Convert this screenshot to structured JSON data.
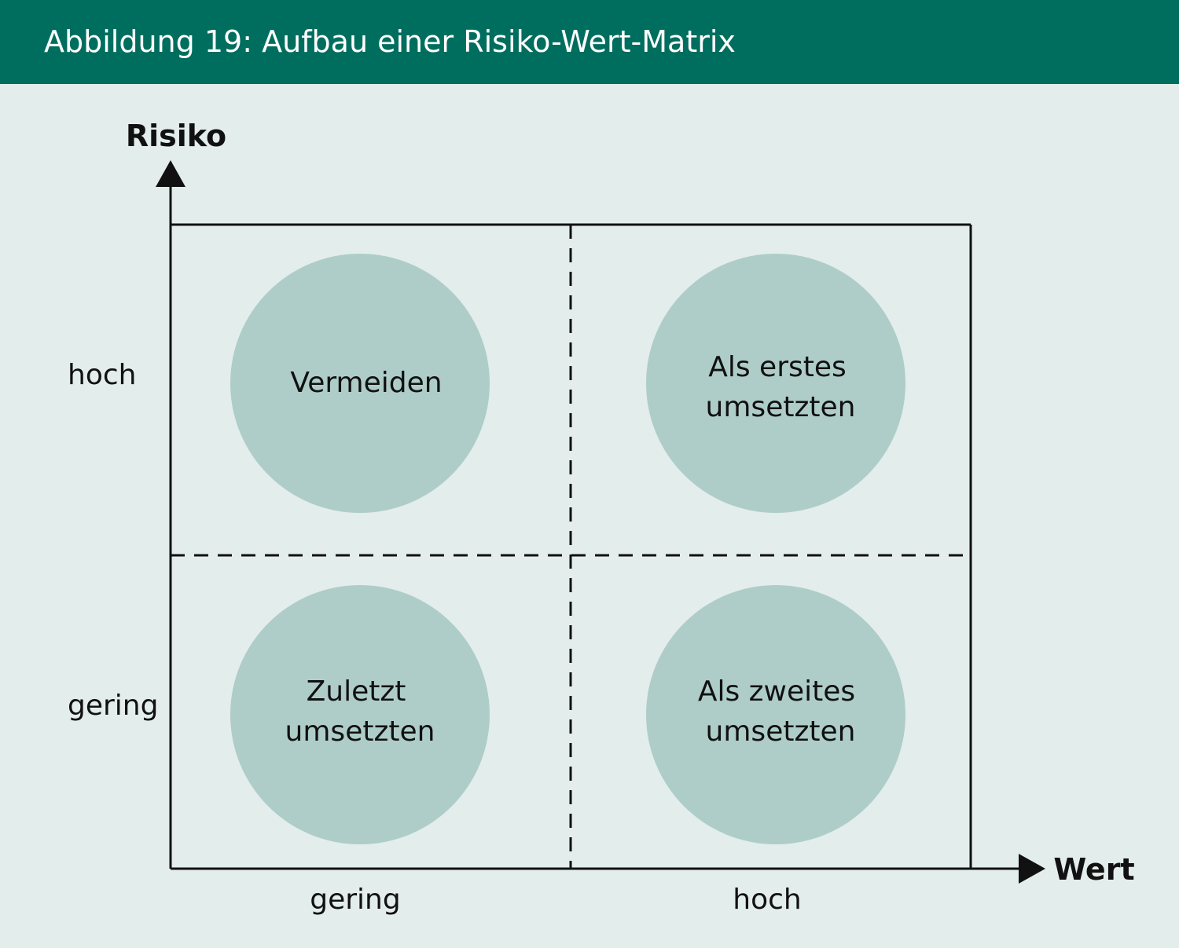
{
  "header": {
    "title": "Abbildung 19: Aufbau einer Risiko-Wert-Matrix"
  },
  "axes": {
    "y_title": "Risiko",
    "x_title": "Wert",
    "y_high": "hoch",
    "y_low": "gering",
    "x_low": "gering",
    "x_high": "hoch"
  },
  "quadrants": {
    "top_left": {
      "line1": "Vermeiden"
    },
    "top_right": {
      "line1": "Als erstes",
      "line2": "umsetzten"
    },
    "bottom_left": {
      "line1": "Zuletzt",
      "line2": "umsetzten"
    },
    "bottom_right": {
      "line1": "Als zweites",
      "line2": "umsetzten"
    }
  },
  "colors": {
    "header": "#006e5e",
    "background": "#e3edeb",
    "circle": "#aecdc8",
    "line": "#111111"
  }
}
